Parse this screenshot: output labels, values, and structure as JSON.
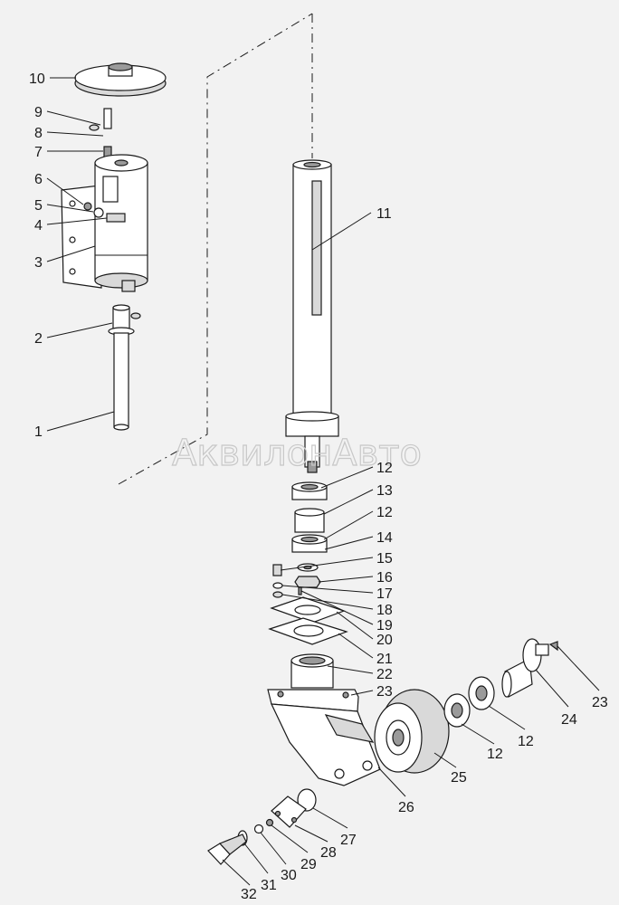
{
  "watermark": "АквилонАвто",
  "callouts": [
    "10",
    "9",
    "8",
    "7",
    "6",
    "5",
    "4",
    "3",
    "2",
    "1",
    "11",
    "12",
    "13",
    "12",
    "14",
    "15",
    "16",
    "17",
    "18",
    "19",
    "20",
    "21",
    "22",
    "23",
    "23",
    "24",
    "12",
    "12",
    "25",
    "26",
    "27",
    "28",
    "29",
    "30",
    "31",
    "32"
  ]
}
